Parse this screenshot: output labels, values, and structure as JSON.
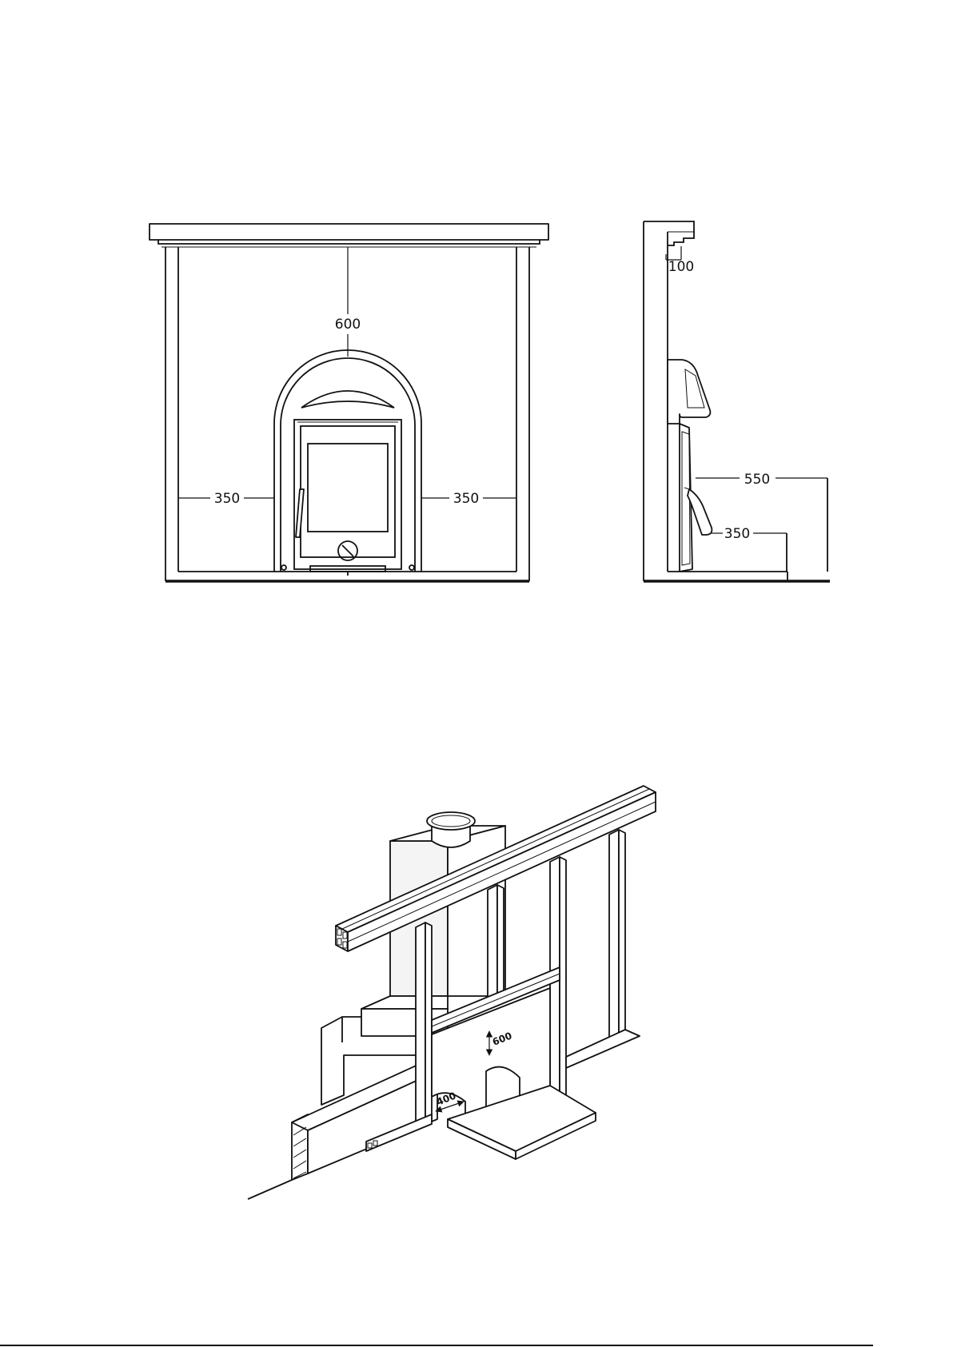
{
  "front_view": {
    "dim_top": "600",
    "dim_left": "350",
    "dim_right": "350"
  },
  "side_view": {
    "dim_top": "100",
    "dim_upper": "550",
    "dim_lower": "350"
  },
  "iso_view": {
    "dim_height": "600",
    "dim_depth": "400"
  }
}
